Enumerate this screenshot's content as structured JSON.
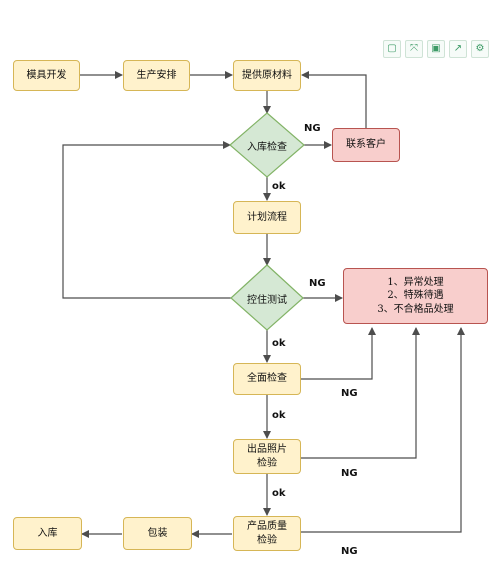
{
  "toolbar": {
    "buttons": [
      {
        "icon": "page-icon",
        "glyph": "▢"
      },
      {
        "icon": "fit-icon",
        "glyph": "⤧"
      },
      {
        "icon": "save-icon",
        "glyph": "▣"
      },
      {
        "icon": "export-icon",
        "glyph": "↗"
      },
      {
        "icon": "settings-icon",
        "glyph": "⚙"
      }
    ]
  },
  "nodes": {
    "mold_dev": "模具开发",
    "production_schedule": "生产安排",
    "supply_material": "提供原材料",
    "incoming_inspection": "入库检查",
    "contact_customer": "联系客户",
    "plan_process": "计划流程",
    "control_test": "控住测试",
    "full_inspection": "全面检查",
    "product_photo_line1": "出品照片",
    "product_photo_line2": "检验",
    "quality_check_line1": "产品质量",
    "quality_check_line2": "检验",
    "packaging": "包装",
    "warehouse": "入库",
    "handling_line1": "1、异常处理",
    "handling_line2": "2、特殊待遇",
    "handling_line3": "3、不合格品处理"
  },
  "edge_labels": {
    "ng_inspection": "NG",
    "ok_inspection": "ok",
    "ng_control": "NG",
    "ok_control": "ok",
    "ng_full": "NG",
    "ok_full": "ok",
    "ng_photo": "NG",
    "ok_photo": "ok",
    "ng_quality": "NG"
  },
  "colors": {
    "process_fill": "#fff2cc",
    "process_stroke": "#d6b656",
    "decision_fill": "#d5e8d4",
    "decision_stroke": "#82b366",
    "alert_fill": "#f8cecc",
    "alert_stroke": "#b85450",
    "edge": "#4d4d4d"
  }
}
